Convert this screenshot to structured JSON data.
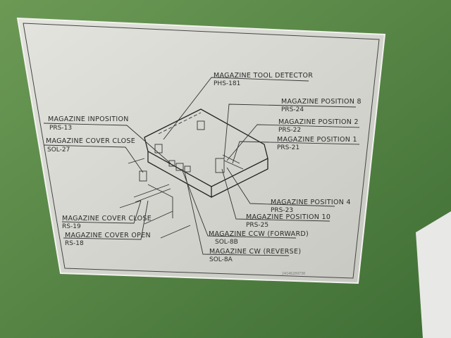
{
  "colors": {
    "machine_green": "#5f8f4a",
    "plate": "#dcdcd6"
  },
  "labels": {
    "tool_detector": {
      "name": "MAGAZINE TOOL DETECTOR",
      "code": "PHS-181"
    },
    "position_8": {
      "name": "MAGAZINE POSITION 8",
      "code": "PRS-24"
    },
    "position_2": {
      "name": "MAGAZINE POSITION 2",
      "code": "PRS-22"
    },
    "position_1": {
      "name": "MAGAZINE POSITION 1",
      "code": "PRS-21"
    },
    "inposition": {
      "name": "MAGAZINE INPOSITION",
      "code": "PRS-13"
    },
    "cover_close_sol": {
      "name": "MAGAZINE COVER CLOSE",
      "code": "SOL-27"
    },
    "position_4": {
      "name": "MAGAZINE POSITION 4",
      "code": "PRS-23"
    },
    "position_10": {
      "name": "MAGAZINE POSITION 10",
      "code": "PRS-25"
    },
    "ccw": {
      "name": "MAGAZINE CCW (FORWARD)",
      "code": "SOL-8B"
    },
    "cw": {
      "name": "MAGAZINE CW (REVERSE)",
      "code": "SOL-8A"
    },
    "cover_close_rs": {
      "name": "MAGAZINE COVER CLOSE",
      "code": "RS-19"
    },
    "cover_open_rs": {
      "name": "MAGAZINE COVER OPEN",
      "code": "RS-18"
    }
  },
  "footer": "24146209730"
}
